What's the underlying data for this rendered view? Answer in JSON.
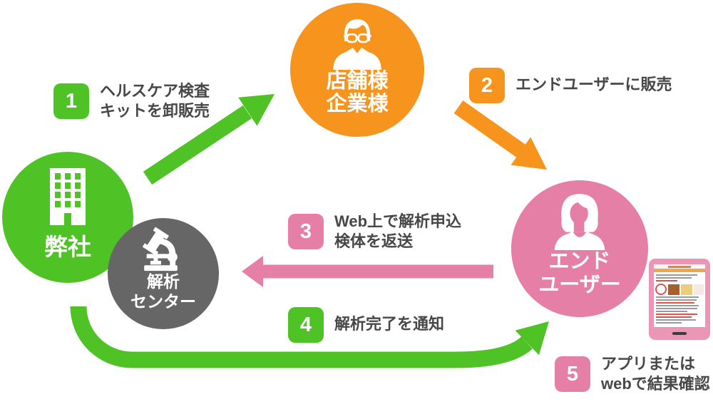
{
  "colors": {
    "green": "#4fc226",
    "orange": "#f7941e",
    "pink": "#e67fa6",
    "gray": "#666666",
    "label_text": "#474747",
    "phone_body": "#ec96b6"
  },
  "nodes": {
    "company": {
      "label": "弊社",
      "icon": "building-icon",
      "color": "#4fc226"
    },
    "analysis_center": {
      "label1": "解析",
      "label2": "センター",
      "icon": "microscope-icon",
      "color": "#666666"
    },
    "stores": {
      "label1": "店舗様",
      "label2": "企業様",
      "icon": "businessman-icon",
      "color": "#f7941e"
    },
    "end_user": {
      "label1": "エンド",
      "label2": "ユーザー",
      "icon": "woman-icon",
      "color": "#e67fa6"
    }
  },
  "steps": [
    {
      "number": "1",
      "line1": "ヘルスケア検査",
      "line2": "キットを卸販売",
      "color": "#4fc226"
    },
    {
      "number": "2",
      "line1": "エンドユーザーに販売",
      "color": "#f7941e"
    },
    {
      "number": "3",
      "line1": "Web上で解析申込",
      "line2": "検体を返送",
      "color": "#e67fa6"
    },
    {
      "number": "4",
      "line1": "解析完了を通知",
      "color": "#4fc226"
    },
    {
      "number": "5",
      "line1": "アプリまたは",
      "line2": "webで結果確認",
      "color": "#e67fa6"
    }
  ],
  "phone": {
    "name": "smartphone-graphic",
    "screen": "app-result-screen"
  }
}
